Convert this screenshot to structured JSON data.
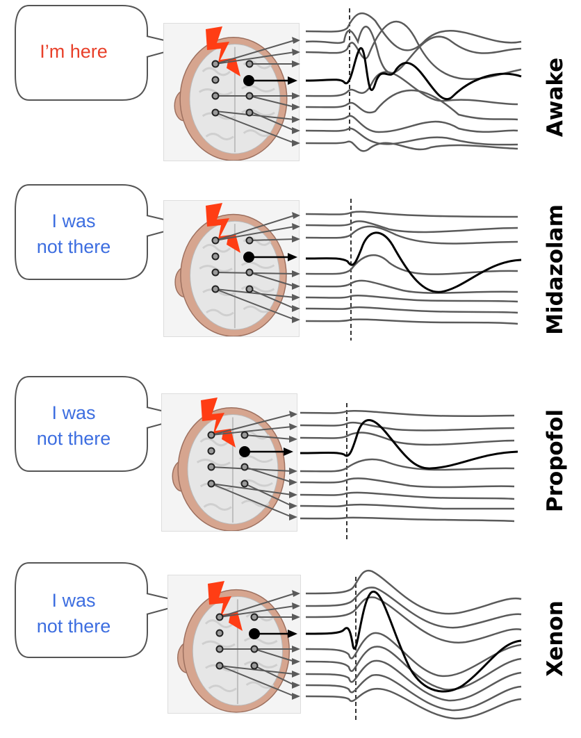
{
  "colors": {
    "here_text": "#e8402a",
    "not_there_text": "#3d6ee0",
    "bolt": "#ff3d14",
    "skin": "#d6a58f",
    "brain": "#e4e4e4",
    "trace": "#5a5a5a",
    "highlight_trace": "#000000"
  },
  "panels": [
    {
      "condition": "Awake",
      "bubble_text": "I’m here",
      "text_color": "#e8402a",
      "icons": [
        "speech-bubble-icon",
        "head-brain-icon",
        "lightning-bolt-icon",
        "electrode-icon",
        "arrow-icon"
      ],
      "response": "large"
    },
    {
      "condition": "Midazolam",
      "bubble_text": "I was\nnot there",
      "text_color": "#3d6ee0",
      "icons": [
        "speech-bubble-icon",
        "head-brain-icon",
        "lightning-bolt-icon",
        "electrode-icon",
        "arrow-icon"
      ],
      "response": "small"
    },
    {
      "condition": "Propofol",
      "bubble_text": "I was\nnot there",
      "text_color": "#3d6ee0",
      "icons": [
        "speech-bubble-icon",
        "head-brain-icon",
        "lightning-bolt-icon",
        "electrode-icon",
        "arrow-icon"
      ],
      "response": "small"
    },
    {
      "condition": "Xenon",
      "bubble_text": "I was\nnot there",
      "text_color": "#3d6ee0",
      "icons": [
        "speech-bubble-icon",
        "head-brain-icon",
        "lightning-bolt-icon",
        "electrode-icon",
        "arrow-icon"
      ],
      "response": "medium"
    }
  ]
}
